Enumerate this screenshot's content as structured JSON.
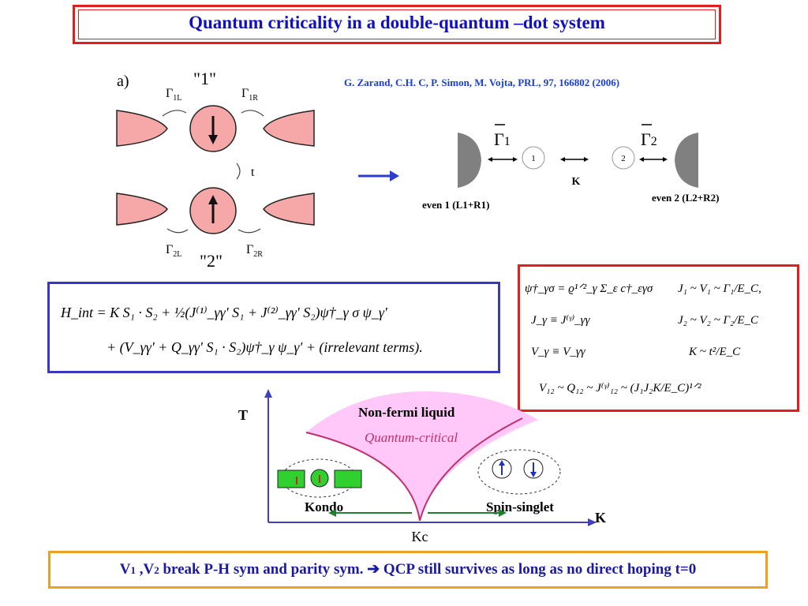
{
  "title": "Quantum criticality in a double-quantum –dot system",
  "citation": "G. Zarand, C.H. C, P. Simon, M. Vojta, PRL, 97, 166802 (2006)",
  "fig_a": {
    "panel_label": "a)",
    "dot1_label": "\"1\"",
    "dot2_label": "\"2\"",
    "gamma_1L": "Γ",
    "gamma_1L_sub": "1L",
    "gamma_1R": "Γ",
    "gamma_1R_sub": "1R",
    "gamma_2L": "Γ",
    "gamma_2L_sub": "2L",
    "gamma_2R": "Γ",
    "gamma_2R_sub": "2R",
    "hopping": "t"
  },
  "fig_b": {
    "gamma1": "Γ",
    "gamma1_sub": "1",
    "gamma2": "Γ",
    "gamma2_sub": "2",
    "dot1": "1",
    "dot2": "2",
    "coupling": "K",
    "lead1_label": "even 1 (L1+R1)",
    "lead2_label": "even 2 (L2+R2)"
  },
  "hamiltonian": {
    "line1": "H_int = K S₁ · S₂ + ½(J⁽¹⁾_γγ' S₁ + J⁽²⁾_γγ' S₂)ψ†_γ σ ψ_γ'",
    "line2": "+ (V_γγ' + Q_γγ' S₁ · S₂)ψ†_γ ψ_γ' + (irrelevant terms)."
  },
  "definitions": {
    "psi": "ψ†_γσ = ϱ¹ᐟ²_γ Σ_ε c†_εγσ",
    "J1": "J₁ ~ V₁ ~ Γ₁/E_C,",
    "Jgamma": "J_γ ≡ J⁽ᵞ⁾_γγ",
    "J2": "J₂ ~ V₂ ~ Γ₂/E_C",
    "Vgamma": "V_γ ≡ V_γγ",
    "Kscale": "K ~ t²/E_C",
    "V12": "V₁₂ ~ Q₁₂ ~ J⁽ᵞ⁾₁₂ ~ (J₁J₂K/E_C)¹ᐟ²"
  },
  "phase_diagram": {
    "t_axis": "T",
    "k_axis": "K",
    "critical_point": "Kc",
    "region_top": "Non-fermi liquid",
    "region_top_sub": "Quantum-critical",
    "region_left": "Kondo",
    "region_right": "Spin-singlet"
  },
  "conclusion": {
    "v1": "V",
    "v1_sub": "1",
    "sep": " ,V",
    "v2_sub": "2",
    "text": " break P-H sym and parity sym. ➔ QCP still survives as long as no direct hoping t=0"
  },
  "colors": {
    "title": "#1010c0",
    "red_border": "#e02020",
    "blue_border": "#3838c0",
    "orange_border": "#f0a020",
    "lead_pink": "#f6a8a8",
    "qc_region": "#ffc8f8",
    "kondo_green": "#30d030"
  }
}
